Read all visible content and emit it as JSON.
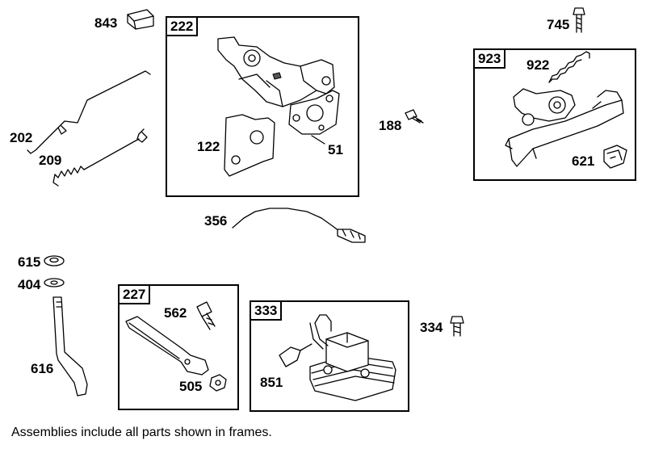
{
  "frames": [
    {
      "id": "222",
      "label": "222"
    },
    {
      "id": "923",
      "label": "923"
    },
    {
      "id": "227",
      "label": "227"
    },
    {
      "id": "333",
      "label": "333"
    }
  ],
  "part_numbers": {
    "p843": "843",
    "p202": "202",
    "p209": "209",
    "p122": "122",
    "p51": "51",
    "p188": "188",
    "p745": "745",
    "p922": "922",
    "p621": "621",
    "p356": "356",
    "p615": "615",
    "p404": "404",
    "p616": "616",
    "p562": "562",
    "p505": "505",
    "p334": "334",
    "p851": "851"
  },
  "footer_note": "Assemblies include all parts shown in frames."
}
